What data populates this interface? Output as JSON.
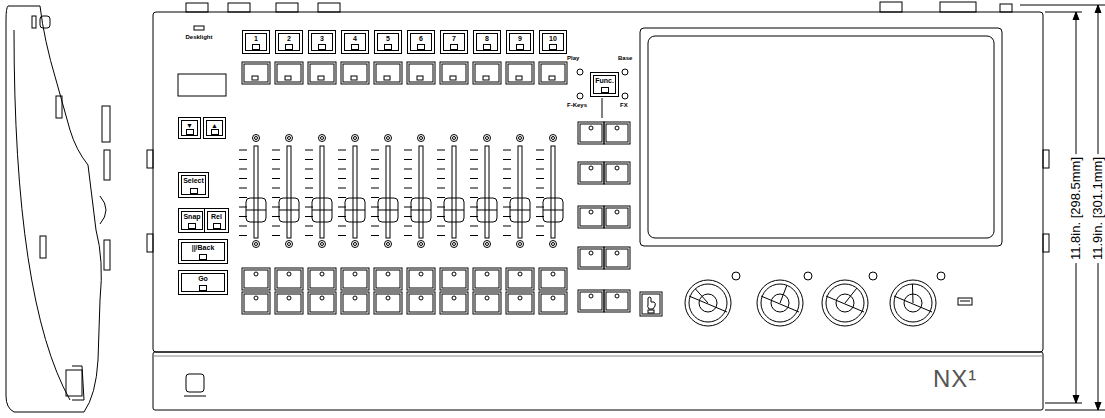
{
  "diagram": {
    "nodes": [
      {
        "text": [
          "1"
        ]
      },
      {
        "text": [
          "2"
        ]
      },
      {
        "text": [
          "3"
        ]
      },
      {
        "text": [
          "4"
        ]
      },
      {
        "text": [
          "5"
        ]
      },
      {
        "text": [
          "6"
        ]
      },
      {
        "text": [
          "7"
        ]
      },
      {
        "text": [
          "8"
        ]
      },
      {
        "text": [
          "9"
        ]
      },
      {
        "text": [
          "10"
        ]
      },
      {
        "text": [
          "Func."
        ]
      },
      {
        "text": [
          "▼"
        ]
      },
      {
        "text": [
          "▲"
        ]
      },
      {
        "text": [
          "Select"
        ]
      },
      {
        "text": [
          "Snap"
        ]
      },
      {
        "text": [
          "Rel"
        ]
      },
      {
        "text": [
          "||/Back"
        ]
      },
      {
        "text": [
          "Go"
        ]
      }
    ],
    "labels": [
      "Desklight",
      "Play",
      "Base",
      "F-Keys",
      "FX",
      "NX¹",
      "11.8in. [298.5mm]",
      "11.9in. [301.1mm]"
    ]
  }
}
